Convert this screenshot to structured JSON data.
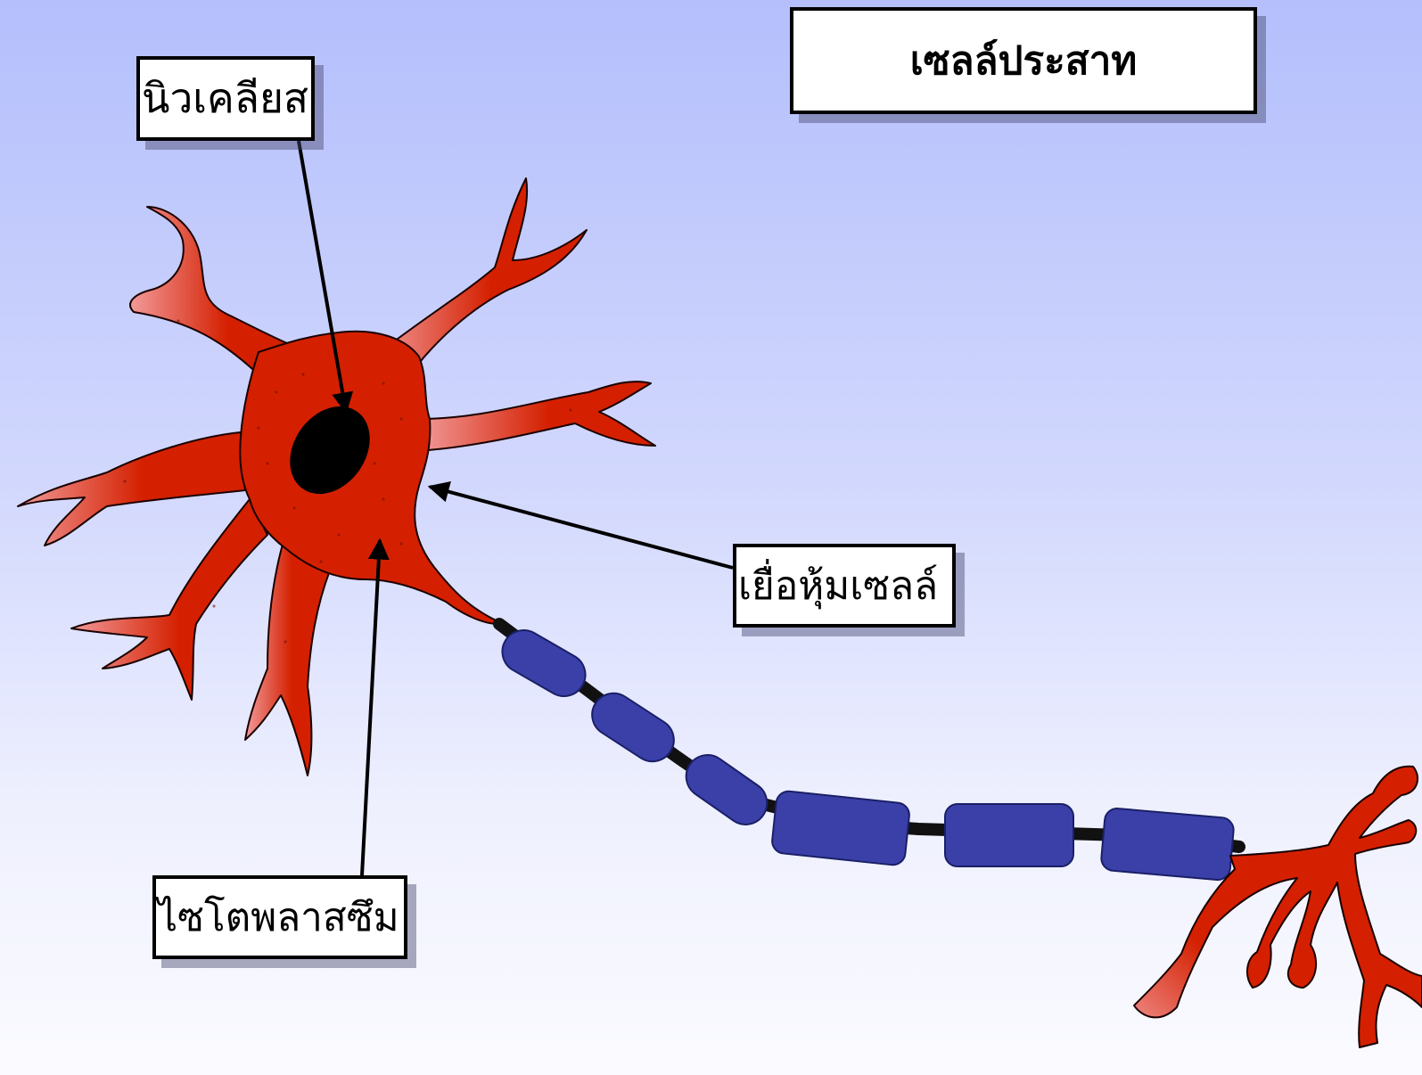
{
  "title": "เซลล์ประสาท",
  "labels": {
    "nucleus": "นิวเคลียส",
    "cell_membrane": "เยื่อหุ้มเซลล์",
    "cytoplasm": "ไซโตพลาสซึม"
  },
  "colors": {
    "cell_body": "#d42000",
    "dendrite_tip": "#f08a8a",
    "myelin": "#3a40a8",
    "nucleus": "#000000"
  }
}
